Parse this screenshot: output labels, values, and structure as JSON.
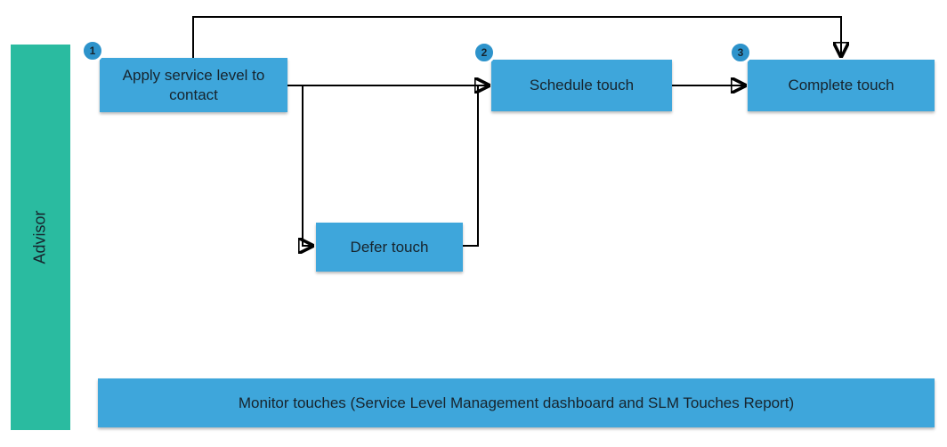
{
  "theme": {
    "box_blue": "#3EA6DB",
    "badge_blue": "#2D93CB",
    "lane_green": "#2ABBA0",
    "line_black": "#000000",
    "text_dark": "#17242D",
    "background": "#FFFFFF"
  },
  "lane": {
    "label": "Advisor"
  },
  "nodes": {
    "apply": {
      "step": "1",
      "label": "Apply service level to contact"
    },
    "schedule": {
      "step": "2",
      "label": "Schedule touch"
    },
    "complete": {
      "step": "3",
      "label": "Complete touch"
    },
    "defer": {
      "label": "Defer touch"
    },
    "monitor": {
      "label": "Monitor touches (Service Level Management dashboard and SLM Touches Report)"
    }
  }
}
